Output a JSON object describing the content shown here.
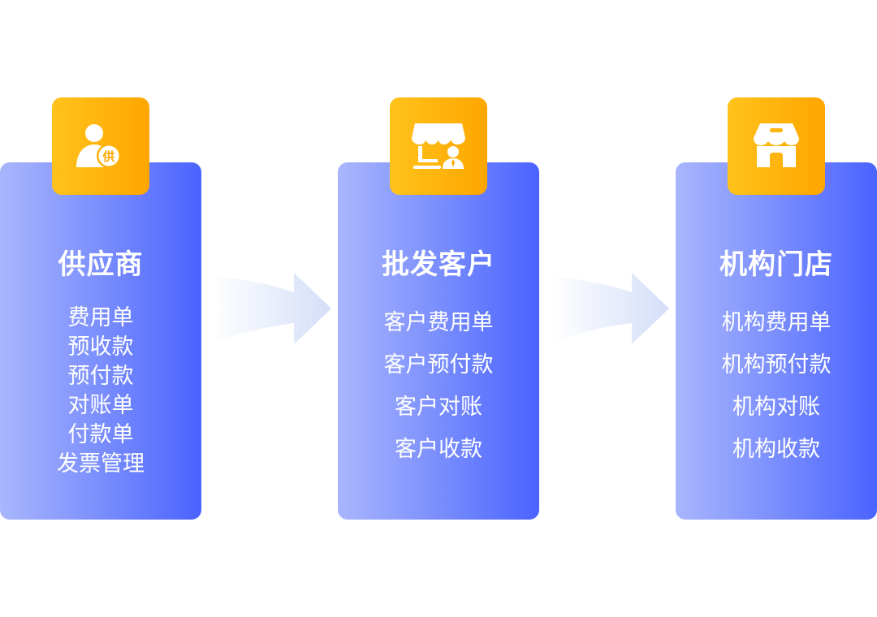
{
  "cards": [
    {
      "title": "供应商",
      "icon": "supplier-person-icon",
      "items": [
        "费用单",
        "预收款",
        "预付款",
        "对账单",
        "付款单",
        "发票管理"
      ]
    },
    {
      "title": "批发客户",
      "icon": "wholesale-shop-icon",
      "items": [
        "客户费用单",
        "客户预付款",
        "客户对账",
        "客户收款"
      ]
    },
    {
      "title": "机构门店",
      "icon": "store-icon",
      "items": [
        "机构费用单",
        "机构预付款",
        "机构对账",
        "机构收款"
      ]
    }
  ],
  "badge_glyph": "供",
  "colors": {
    "card_gradient_start": "#a9b6fd",
    "card_gradient_end": "#4a63fe",
    "badge_gradient_start": "#ffc21c",
    "badge_gradient_end": "#ffa600",
    "arrow": "#d4def8"
  }
}
